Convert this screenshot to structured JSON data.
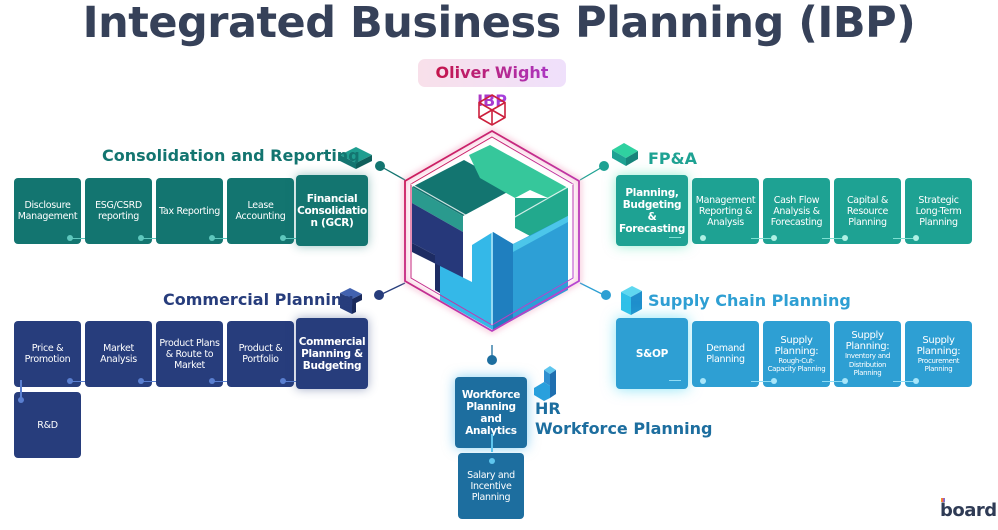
{
  "title": "Integrated Business Planning (IBP)",
  "badge": "Oliver Wight IBP",
  "logo": "board",
  "colors": {
    "title": "#364159",
    "consolidation": "#137570",
    "fpa": "#1ea293",
    "commercial": "#273d7c",
    "supply_chain": "#2e9fd3",
    "hr": "#1d6e9f",
    "badge_text_start": "#c4154b",
    "badge_text_end": "#a53fe0"
  },
  "sections": {
    "consolidation": {
      "title": "Consolidation and Reporting",
      "icon": "cube-slab-icon",
      "items": [
        "Disclosure Management",
        "ESG/CSRD reporting",
        "Tax Reporting",
        "Lease Accounting",
        "Financial Consolidatio n (GCR)"
      ],
      "highlighted": "Financial Consolidatio n (GCR)"
    },
    "fpa": {
      "title": "FP&A",
      "icon": "cube-corner-icon",
      "items": [
        "Planning, Budgeting & Forecasting",
        "Management Reporting & Analysis",
        "Cash Flow Analysis & Forecasting",
        "Capital & Resource Planning",
        "Strategic Long-Term Planning"
      ],
      "highlighted": "Planning, Budgeting & Forecasting"
    },
    "commercial": {
      "title": "Commercial Planning",
      "icon": "cube-step-icon",
      "items": [
        "Price & Promotion",
        "Market Analysis",
        "Product Plans & Route to Market",
        "Product & Portfolio",
        "Commercial Planning & Budgeting"
      ],
      "sub_items": [
        "R&D"
      ],
      "highlighted": "Commercial Planning & Budgeting"
    },
    "supply_chain": {
      "title": "Supply Chain Planning",
      "icon": "cube-block-icon",
      "items": [
        {
          "main": "S&OP",
          "sub": ""
        },
        {
          "main": "Demand Planning",
          "sub": ""
        },
        {
          "main": "Supply Planning:",
          "sub": "Rough-Cut-Capacity Planning"
        },
        {
          "main": "Supply Planning:",
          "sub": "Inventory and Distribution Planning"
        },
        {
          "main": "Supply Planning:",
          "sub": "Procurement Planning"
        }
      ],
      "highlighted": "S&OP"
    },
    "hr": {
      "title_line1": "HR",
      "title_line2": "Workforce Planning",
      "icon": "cube-l-icon",
      "items": [
        "Workforce Planning and Analytics",
        "Salary and Incentive Planning"
      ],
      "highlighted": "Workforce Planning and Analytics"
    }
  }
}
